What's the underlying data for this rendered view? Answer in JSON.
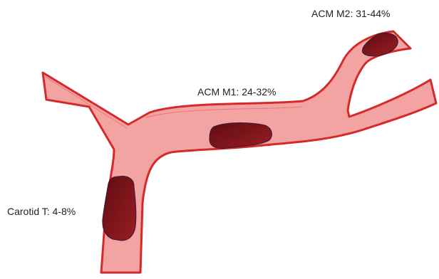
{
  "labels": {
    "acm_m2": "ACM M2: 31-44%",
    "acm_m1": "ACM M1: 24-32%",
    "carotid_t": "Carotid T: 4-8%"
  },
  "colors": {
    "vessel_fill": "#f4a3a3",
    "vessel_stroke": "#d42a2a",
    "clot_dark": "#5e0c10",
    "clot_light": "#9a1e24",
    "clot_stroke": "#3a1a3a",
    "text": "#222222"
  }
}
